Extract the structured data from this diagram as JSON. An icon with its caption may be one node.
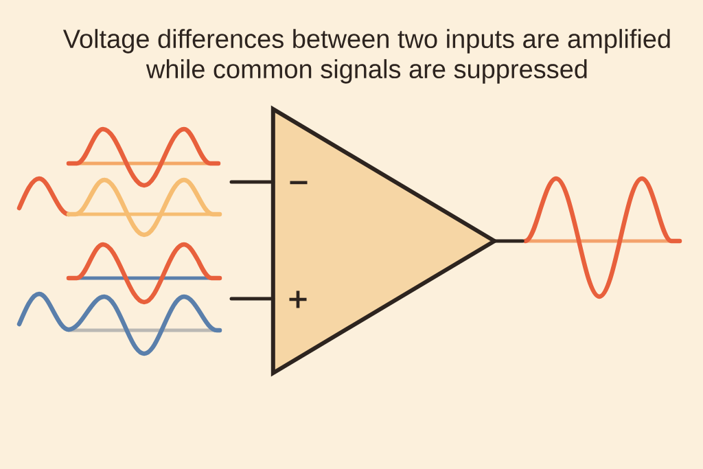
{
  "diagram": {
    "title": "Voltage differences between two inputs are amplified while common signals are suppressed",
    "nodes": [
      {
        "text": [
          "−",
          "+"
        ]
      },
      {
        "text": [],
        "shape": "picture"
      }
    ],
    "edges": [
      {
        "from": null,
        "to": 0,
        "arrow": "none"
      },
      {
        "from": null,
        "to": 0,
        "arrow": "none"
      },
      {
        "from": 0,
        "to": 1,
        "arrow": "none"
      }
    ]
  }
}
